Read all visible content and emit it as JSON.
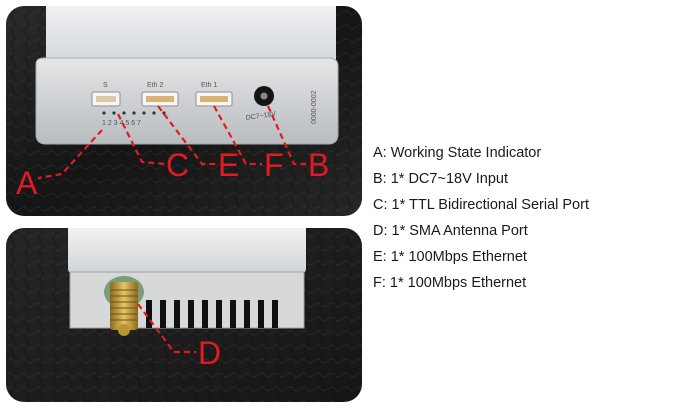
{
  "device_labels": {
    "port_s": "S",
    "port_eth2": "Eth 2",
    "port_eth1": "Eth 1",
    "power": "DC7~18V",
    "serial": "0000-0002",
    "led_numbers": "1 2 3 4 5 6 7"
  },
  "callouts_top": [
    "A",
    "C",
    "E",
    "F",
    "B"
  ],
  "callouts_bottom": [
    "D"
  ],
  "legend": [
    "A: Working State Indicator",
    "B: 1* DC7~18V Input",
    "C: 1* TTL Bidirectional Serial Port",
    "D: 1* SMA Antenna Port",
    "E: 1* 100Mbps Ethernet",
    "F: 1* 100Mbps Ethernet"
  ],
  "colors": {
    "callout": "#e11b22",
    "text": "#1a1a1a",
    "leather": "#1f1f1f",
    "device_body": "#d9dcdf"
  }
}
